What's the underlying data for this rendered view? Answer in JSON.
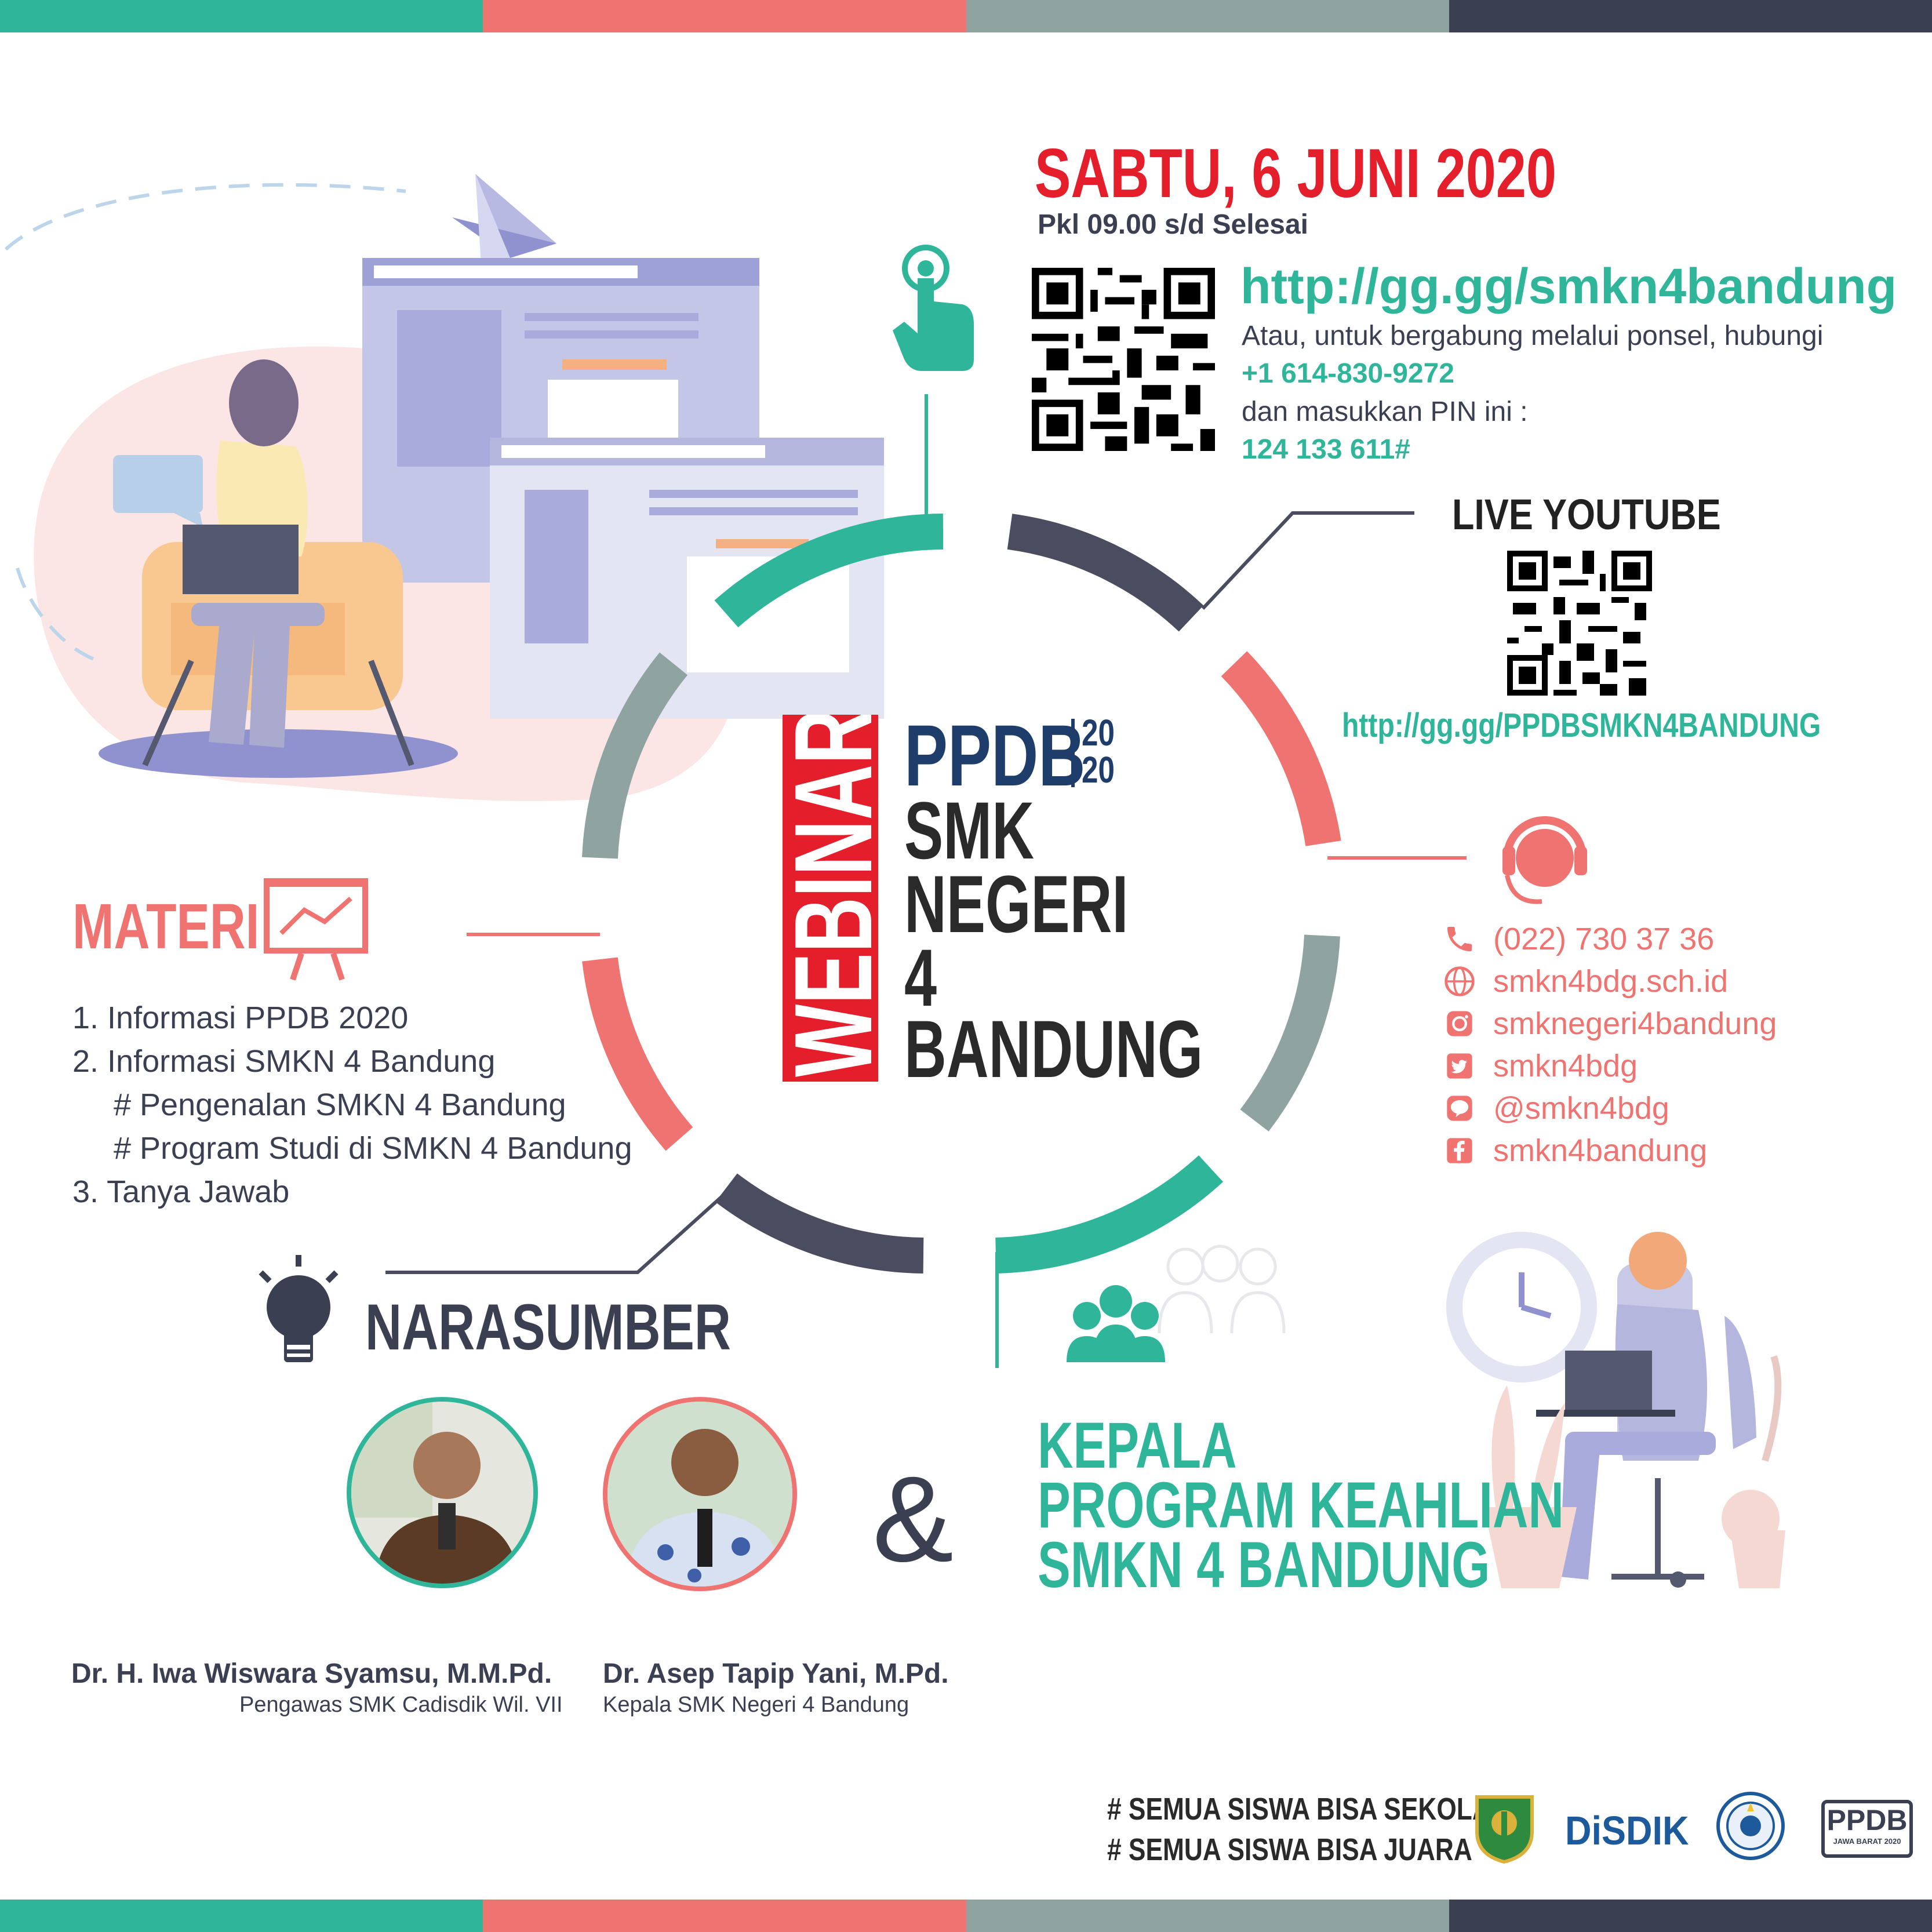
{
  "event": {
    "date": "SABTU, 6 JUNI 2020",
    "time": "Pkl 09.00 s/d Selesai",
    "link": "http://gg.gg/smkn4bandung",
    "phone_intro": "Atau, untuk bergabung melalui ponsel, hubungi",
    "phone_number": "+1 614-830-9272",
    "pin_intro": "dan masukkan PIN ini :",
    "pin": "124 133 611#"
  },
  "youtube": {
    "title": "LIVE YOUTUBE",
    "link": "http://gg.gg/PPDBSMKN4BANDUNG"
  },
  "center": {
    "webinar": "WEBINAR",
    "ppdb": "PPDB",
    "year_top": "20",
    "year_bottom": "20",
    "line1": "SMK",
    "line2": "NEGERI",
    "line3": "4",
    "line4": "BANDUNG"
  },
  "contacts": [
    {
      "icon": "phone-icon",
      "label": "(022) 730 37 36"
    },
    {
      "icon": "web-icon",
      "label": "smkn4bdg.sch.id"
    },
    {
      "icon": "instagram-icon",
      "label": "smknegeri4bandung"
    },
    {
      "icon": "twitter-icon",
      "label": "smkn4bdg"
    },
    {
      "icon": "line-icon",
      "label": "@smkn4bdg"
    },
    {
      "icon": "facebook-icon",
      "label": "smkn4bandung"
    }
  ],
  "materi": {
    "title": "MATERI",
    "items": [
      "1.  Informasi PPDB 2020",
      "2.  Informasi SMKN 4 Bandung",
      "# Pengenalan SMKN 4 Bandung",
      "# Program Studi di SMKN 4 Bandung",
      "3.  Tanya Jawab"
    ]
  },
  "narasumber": {
    "title": "NARASUMBER",
    "ampersand": "&",
    "speakers": [
      {
        "name": "Dr. H. Iwa Wiswara Syamsu, M.M.Pd.",
        "role": "Pengawas SMK Cadisdik Wil. VII"
      },
      {
        "name": "Dr. Asep Tapip Yani, M.Pd.",
        "role": "Kepala SMK Negeri 4 Bandung"
      }
    ],
    "kepala": [
      "KEPALA",
      "PROGRAM KEAHLIAN",
      "SMKN 4 BANDUNG"
    ]
  },
  "footer": {
    "tagline1": "# SEMUA SISWA BISA SEKOLAH",
    "tagline2": "# SEMUA SISWA BISA JUARA",
    "disdik": "DiSDIK",
    "ppdb_logo": "PPDB",
    "ppdb_logo_sub": "JAWA BARAT 2020"
  },
  "colors": {
    "teal": "#2fb69a",
    "coral": "#ef7370",
    "gray": "#8fa3a0",
    "navy": "#3b3f52",
    "red": "#e41e2b",
    "ppdb_blue": "#1f3d6b"
  }
}
